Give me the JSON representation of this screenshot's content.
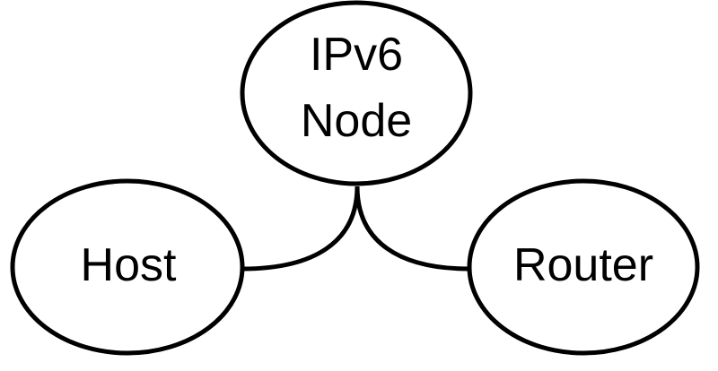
{
  "nodes": {
    "ipv6_node": {
      "label_line1": "IPv6",
      "label_line2": "Node"
    },
    "host": {
      "label": "Host"
    },
    "router": {
      "label": "Router"
    }
  },
  "edges": [
    {
      "from": "ipv6_node",
      "to": "host"
    },
    {
      "from": "ipv6_node",
      "to": "router"
    }
  ],
  "colors": {
    "stroke": "#000000",
    "background": "#ffffff"
  }
}
